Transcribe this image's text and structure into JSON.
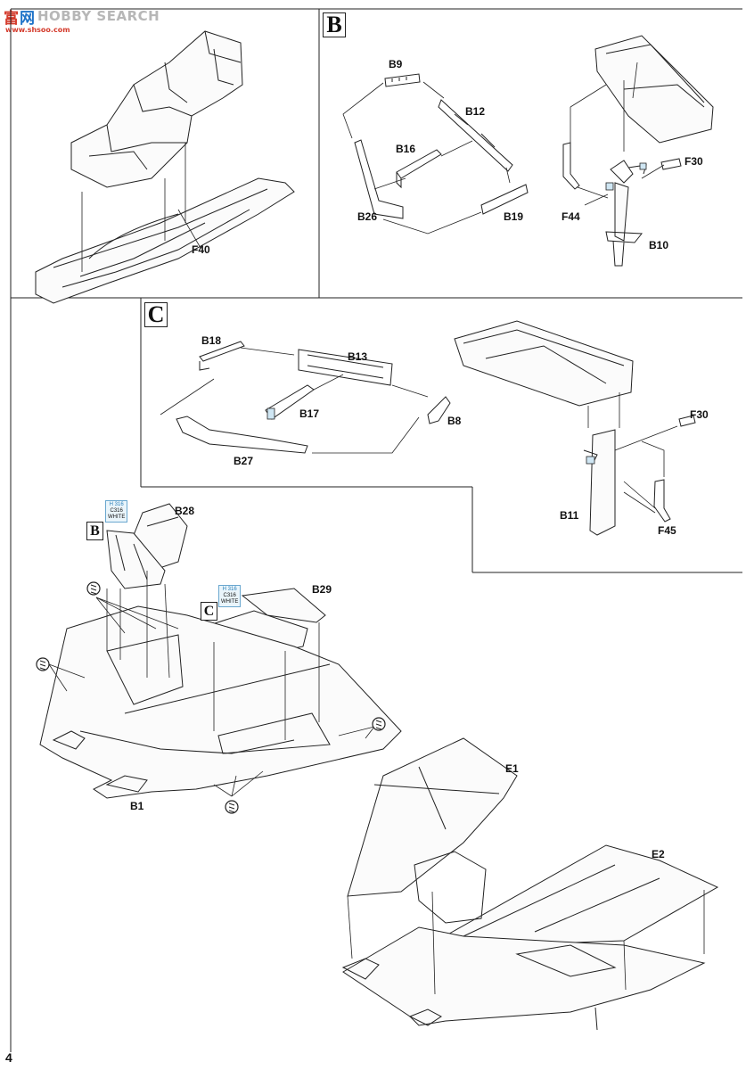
{
  "watermark": {
    "cn_a": "富",
    "cn_b": "网",
    "brand": "HOBBY SEARCH",
    "url": "www.shsoo.com"
  },
  "page_number": "4",
  "sections": {
    "b_box": "B",
    "c_box": "C",
    "b_ref": "B",
    "c_ref": "C"
  },
  "parts": {
    "f40": "F40",
    "b9": "B9",
    "b12": "B12",
    "b16": "B16",
    "b26": "B26",
    "b19": "B19",
    "f30a": "F30",
    "f44": "F44",
    "b10": "B10",
    "b18": "B18",
    "b13": "B13",
    "b17": "B17",
    "b8": "B8",
    "b27": "B27",
    "f30b": "F30",
    "b11": "B11",
    "f45": "F45",
    "b28": "B28",
    "b29": "B29",
    "b1": "B1",
    "e1": "E1",
    "e2": "E2"
  },
  "paint_callouts": [
    {
      "h": "H 316",
      "c": "C316",
      "name": "WHITE"
    },
    {
      "h": "H 316",
      "c": "C316",
      "name": "WHITE"
    }
  ],
  "icons": [
    "glue-icon"
  ]
}
